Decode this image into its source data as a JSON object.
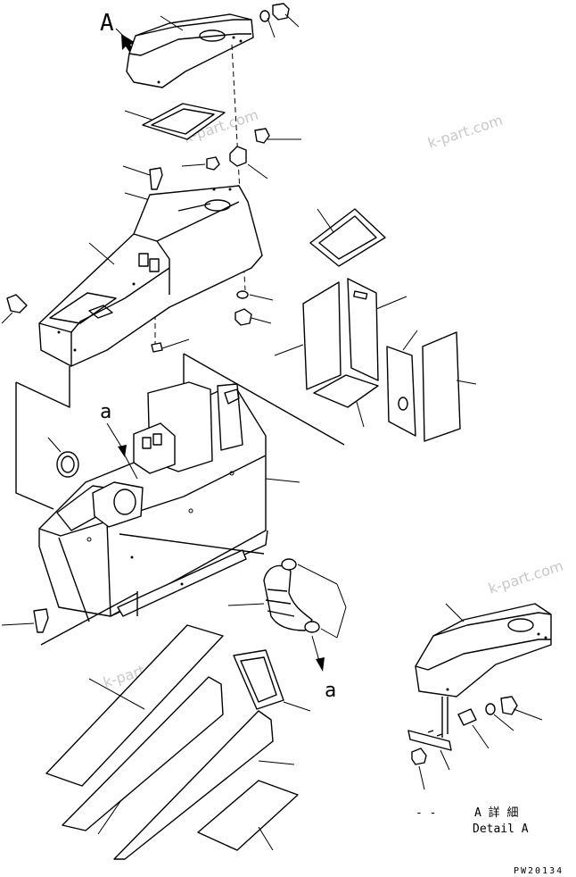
{
  "view_label": "A",
  "section_label": "a",
  "detail_title": "A 詳 細",
  "detail_subtitle": "Detail A",
  "drawing_code": "PW20134",
  "watermark": "k-part.com"
}
